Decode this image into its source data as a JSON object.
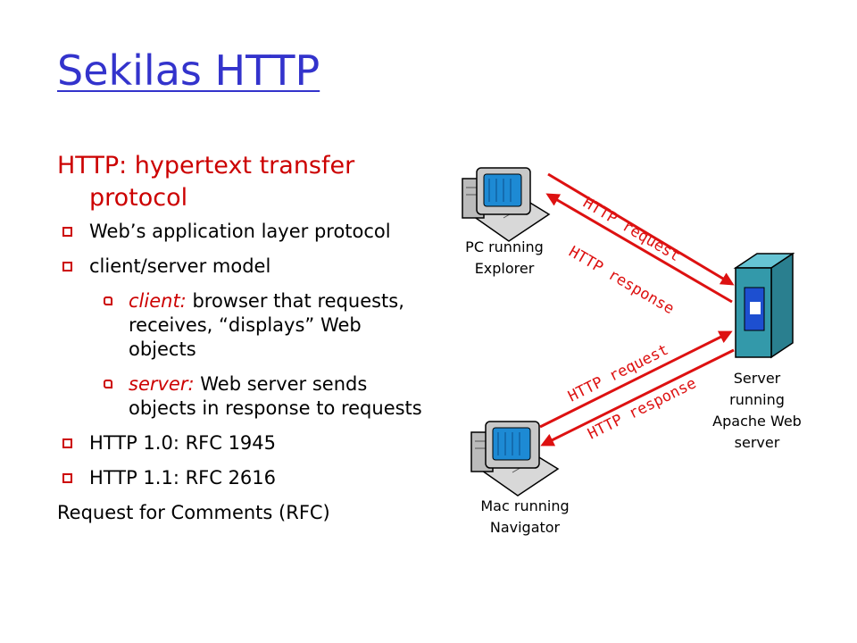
{
  "slide": {
    "title": "Sekilas HTTP",
    "heading": "HTTP: hypertext transfer protocol",
    "bullets": [
      "Web’s application layer protocol",
      "client/server model"
    ],
    "sub_bullets": [
      {
        "term": "client:",
        "text": " browser that requests, receives, “displays” Web objects"
      },
      {
        "term": "server:",
        "text": " Web server sends objects in response to requests"
      }
    ],
    "bullets_after": [
      "HTTP 1.0: RFC 1945",
      "HTTP 1.1: RFC 2616"
    ],
    "footer_text": "Request for Comments (RFC)"
  },
  "diagram": {
    "pc_label": "PC running Explorer",
    "mac_label": "Mac running Navigator",
    "server_label": "Server running Apache Web server",
    "arrows": {
      "pc_request": "HTTP request",
      "pc_response": "HTTP response",
      "mac_request": "HTTP request",
      "mac_response": "HTTP response"
    },
    "colors": {
      "arrow": "#dd1111",
      "title": "#3333cc",
      "heading": "#cc0000",
      "server": "#3399aa",
      "screen": "#1d8ad4"
    }
  }
}
